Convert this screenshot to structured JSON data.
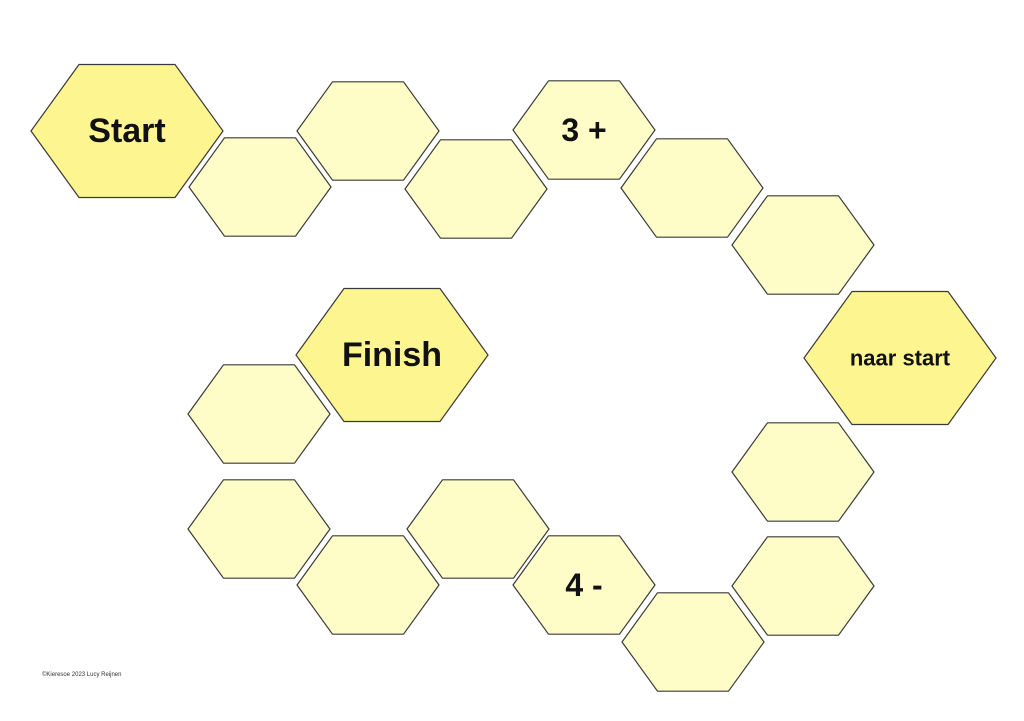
{
  "colors": {
    "plain_tile": "#fefdc8",
    "special_tile": "#fdf58f",
    "outline": "#3a3a3a"
  },
  "tiles": [
    {
      "label": "Start",
      "special": true
    },
    {
      "label": "",
      "special": false
    },
    {
      "label": "",
      "special": false
    },
    {
      "label": "",
      "special": false
    },
    {
      "label": "3 +",
      "special": false
    },
    {
      "label": "",
      "special": false
    },
    {
      "label": "",
      "special": false
    },
    {
      "label": "naar start",
      "special": true
    },
    {
      "label": "",
      "special": false
    },
    {
      "label": "",
      "special": false
    },
    {
      "label": "",
      "special": false
    },
    {
      "label": "4 -",
      "special": false
    },
    {
      "label": "",
      "special": false
    },
    {
      "label": "",
      "special": false
    },
    {
      "label": "",
      "special": false
    },
    {
      "label": "",
      "special": false
    },
    {
      "label": "",
      "special": false
    },
    {
      "label": "Finish",
      "special": true
    }
  ],
  "copyright": "©Kieresoe 2023 Lucy Reijnen"
}
